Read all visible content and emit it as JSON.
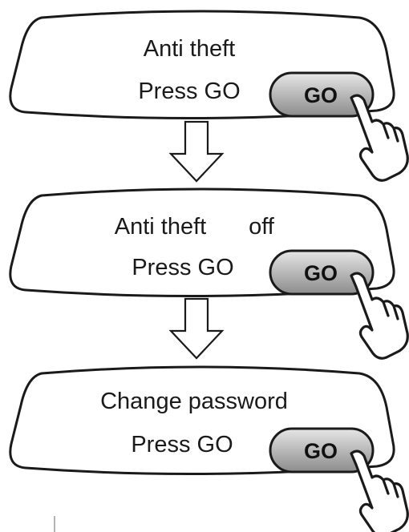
{
  "steps": [
    {
      "line1": "Anti theft",
      "line1_status": "",
      "line2": "Press GO",
      "button_label": "GO"
    },
    {
      "line1": "Anti theft",
      "line1_status": "off",
      "line2": "Press GO",
      "button_label": "GO"
    },
    {
      "line1": "Change password",
      "line1_status": "",
      "line2": "Press GO",
      "button_label": "GO"
    }
  ],
  "colors": {
    "outline": "#1a1a1a",
    "button_light": "#e6e6e6",
    "button_dark": "#8c8c8c",
    "background": "#ffffff"
  },
  "icons": {
    "pointer": "pointing-hand-icon",
    "transition": "down-arrow-icon"
  }
}
